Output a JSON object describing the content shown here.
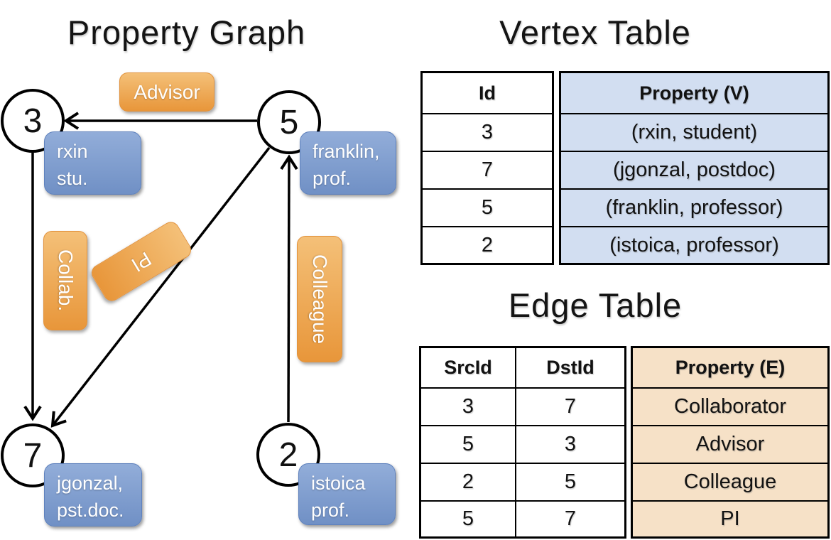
{
  "titles": {
    "graph": "Property Graph",
    "vertex_table": "Vertex Table",
    "edge_table": "Edge Table"
  },
  "graph": {
    "nodes": [
      {
        "id": "3",
        "property_lines": [
          "rxin",
          "stu."
        ]
      },
      {
        "id": "5",
        "property_lines": [
          "franklin,",
          "prof."
        ]
      },
      {
        "id": "7",
        "property_lines": [
          "jgonzal,",
          "pst.doc."
        ]
      },
      {
        "id": "2",
        "property_lines": [
          "istoica",
          "prof."
        ]
      }
    ],
    "edge_labels": {
      "advisor": "Advisor",
      "collab": "Collab.",
      "pi": "PI",
      "colleague": "Colleague"
    }
  },
  "vertex_table": {
    "headers": {
      "id": "Id",
      "property": "Property (V)"
    },
    "rows": [
      {
        "id": "3",
        "property": "(rxin, student)"
      },
      {
        "id": "7",
        "property": "(jgonzal, postdoc)"
      },
      {
        "id": "5",
        "property": "(franklin, professor)"
      },
      {
        "id": "2",
        "property": "(istoica, professor)"
      }
    ]
  },
  "edge_table": {
    "headers": {
      "src": "SrcId",
      "dst": "DstId",
      "property": "Property (E)"
    },
    "rows": [
      {
        "src": "3",
        "dst": "7",
        "property": "Collaborator"
      },
      {
        "src": "5",
        "dst": "3",
        "property": "Advisor"
      },
      {
        "src": "2",
        "dst": "5",
        "property": "Colleague"
      },
      {
        "src": "5",
        "dst": "7",
        "property": "PI"
      }
    ]
  },
  "colors": {
    "edge-label-top": "#f4c078",
    "edge-label-bottom": "#e8963a",
    "edge-label-border": "#e2923c",
    "vertex-label-top": "#92add9",
    "vertex-label-bottom": "#7090c5",
    "vertex-label-border": "#5e81bd",
    "vertex-cell-bg": "#d2def1",
    "edge-cell-bg": "#f6e1c7",
    "line-color": "#000000"
  }
}
